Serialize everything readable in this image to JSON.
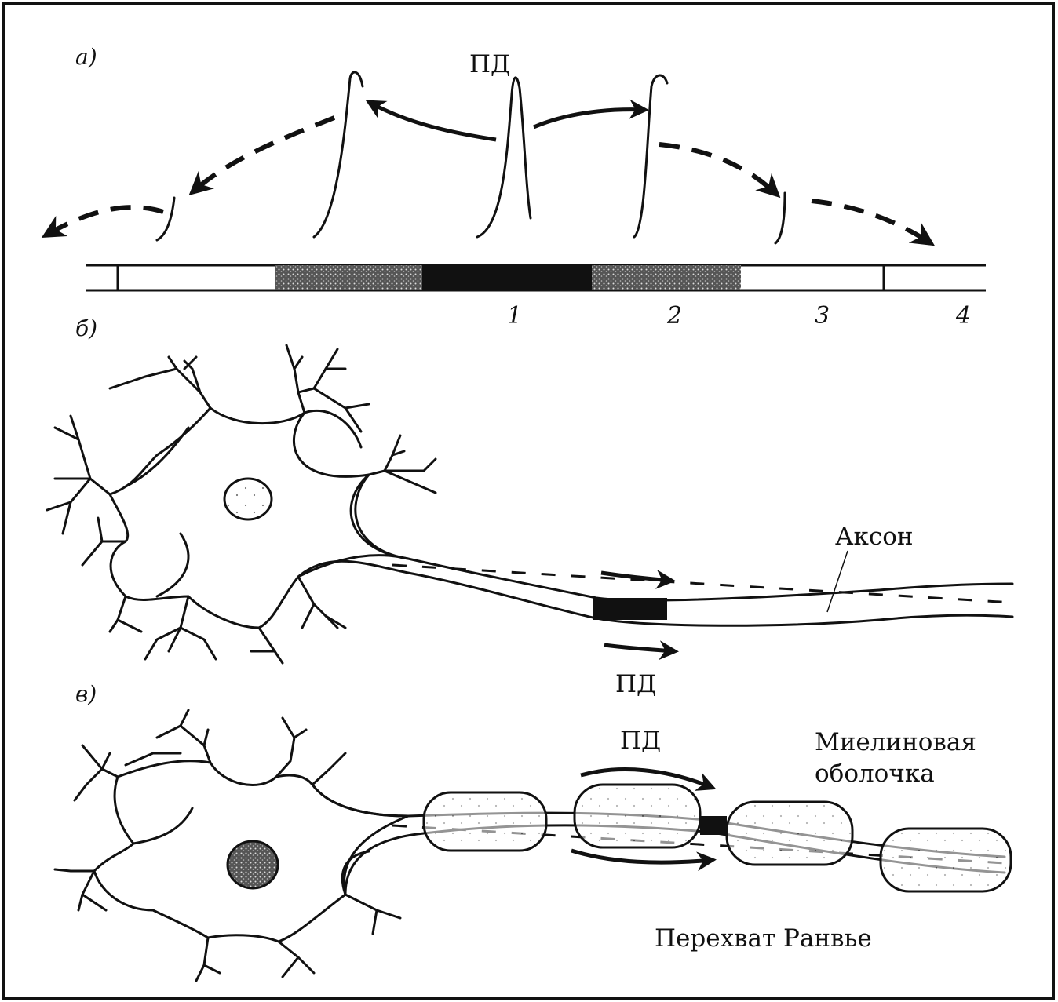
{
  "panels": {
    "a": "а)",
    "b": "б)",
    "v": "в)"
  },
  "labels": {
    "pd_top": "ПД",
    "pd_mid": "ПД",
    "pd_bottom": "ПД",
    "axon": "Аксон",
    "myelin_line1": "Миелиновая",
    "myelin_line2": "оболочка",
    "ranvier": "Перехват Ранвье"
  },
  "segment_numbers": [
    "1",
    "2",
    "3",
    "4"
  ]
}
